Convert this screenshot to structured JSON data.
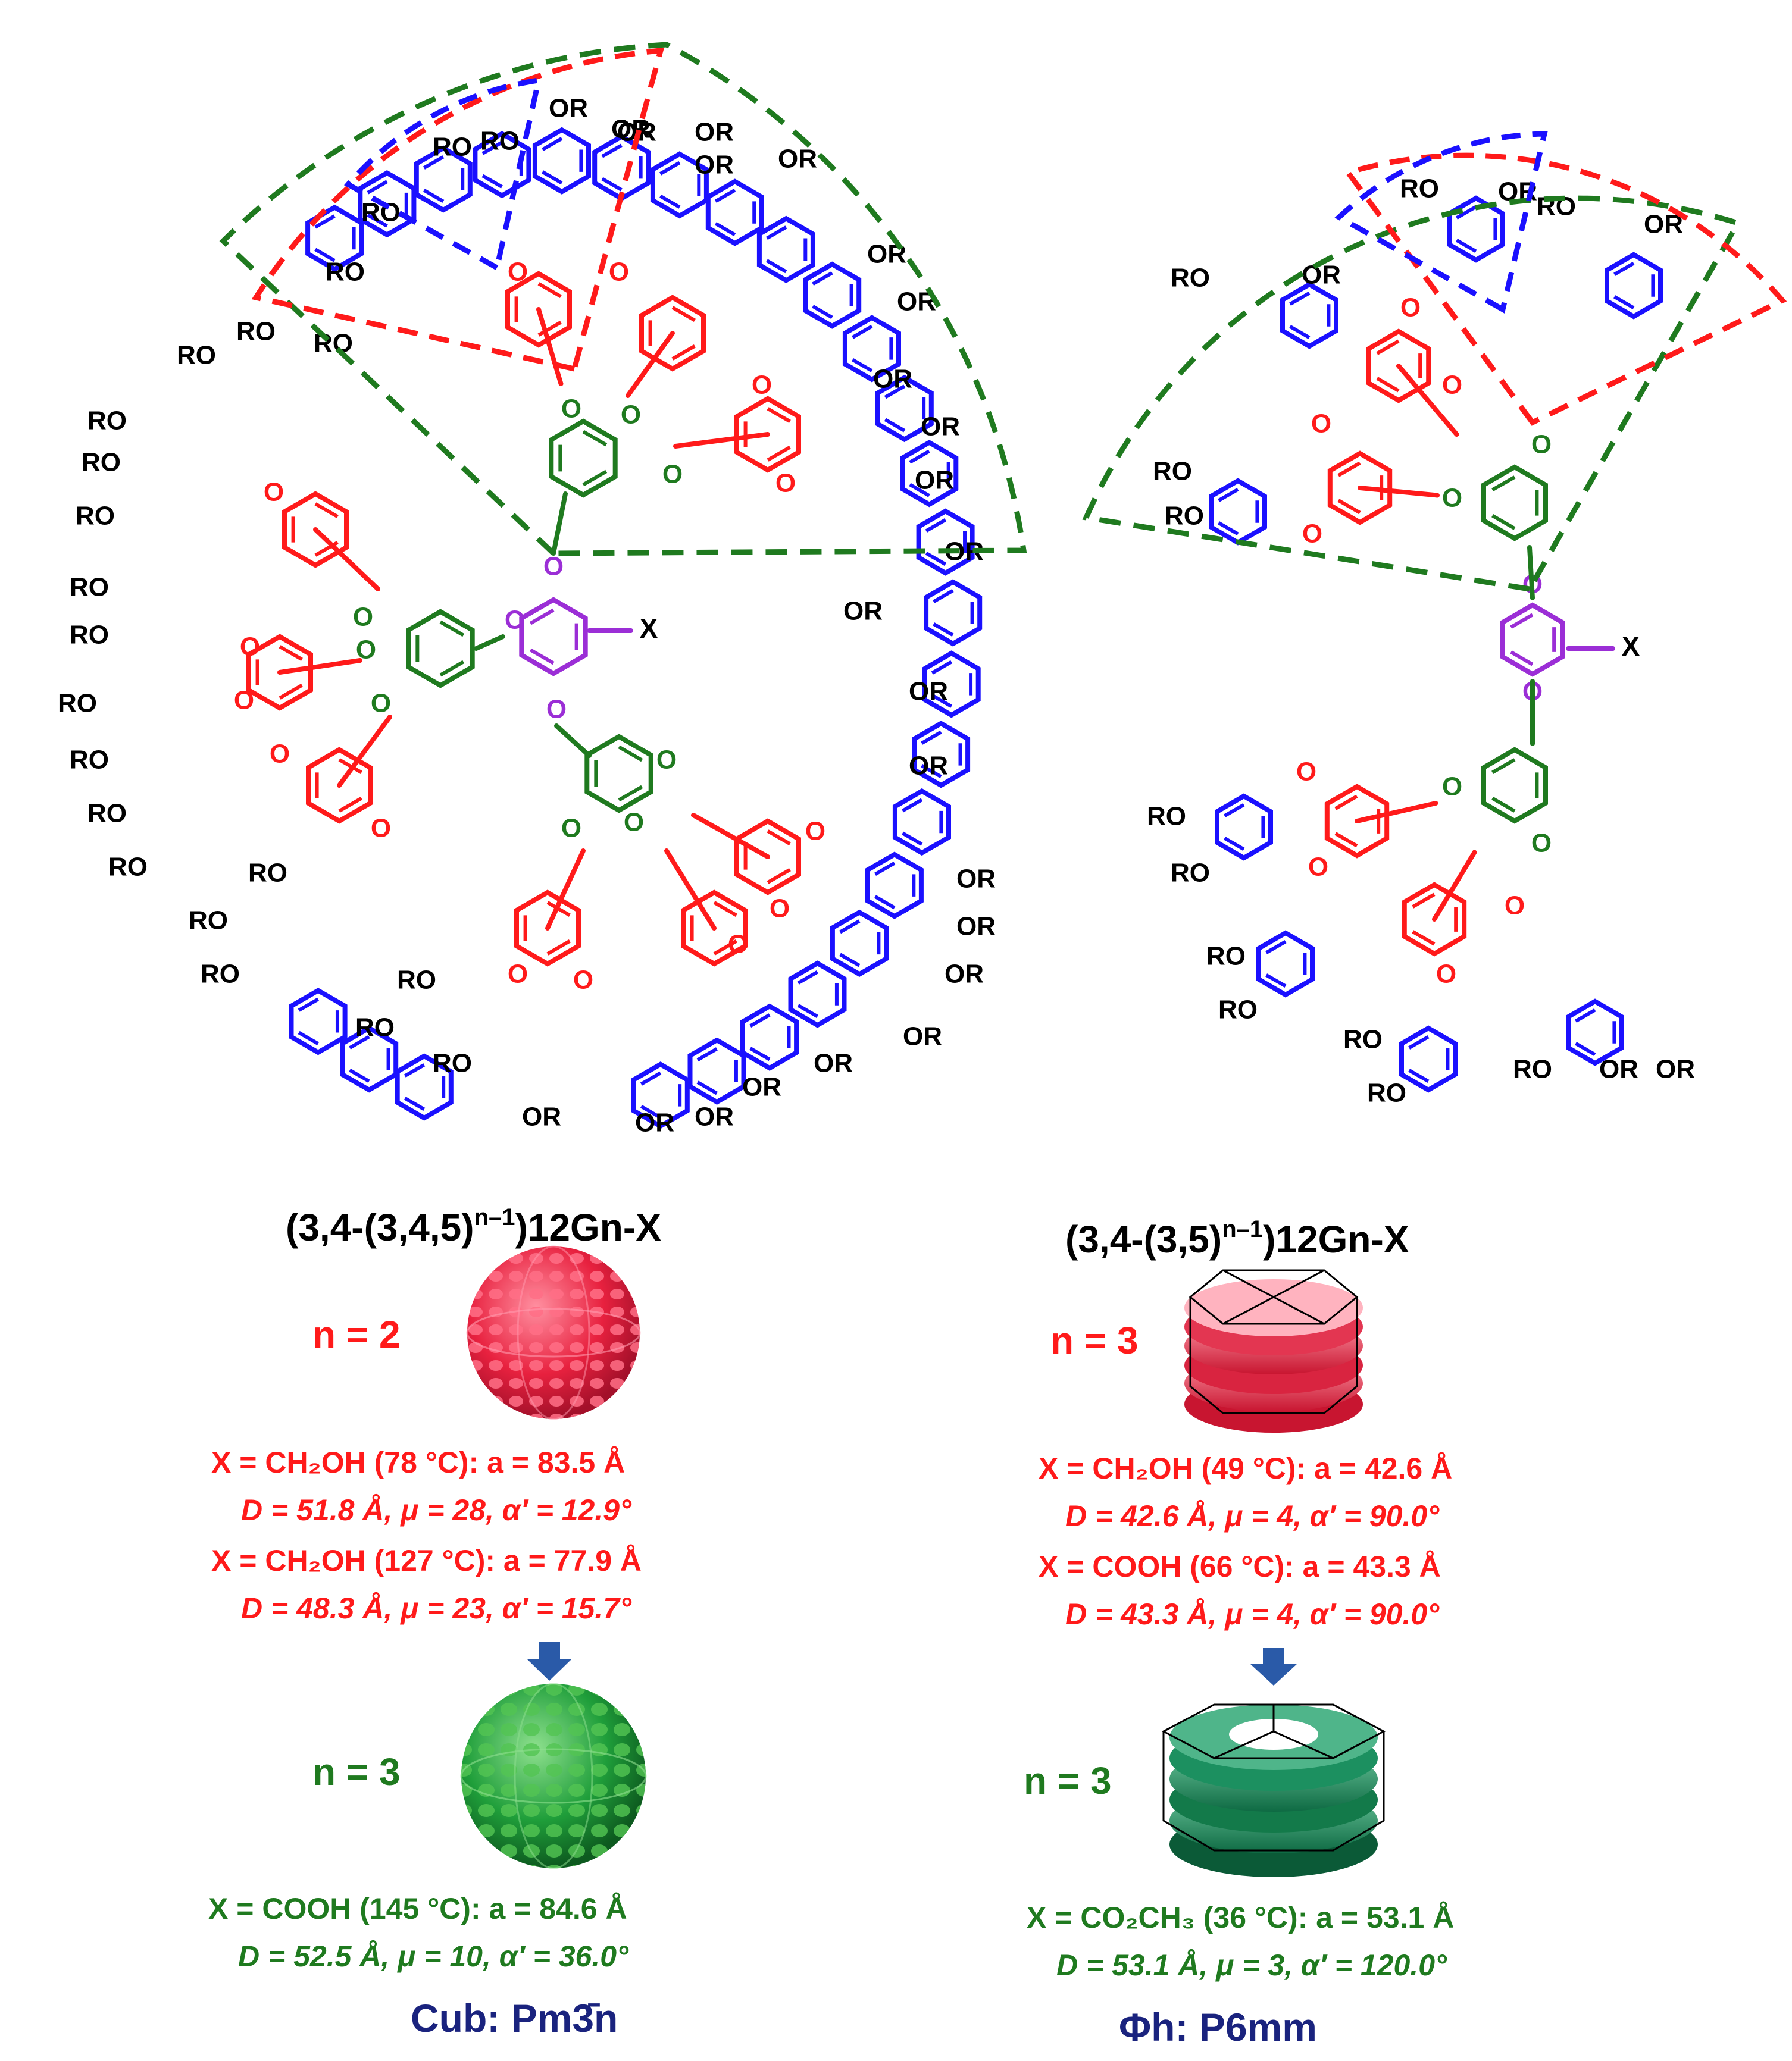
{
  "colors": {
    "periphery": "#1a10ff",
    "gen2": "#ff1a1a",
    "gen1": "#1f7a1f",
    "core": "#9b2ed6",
    "text": "#000000",
    "phase_label": "#1a237e",
    "arrow": "#2a5aa8"
  },
  "labels": {
    "ro": "RO",
    "or": "OR",
    "o": "O",
    "x": "X"
  },
  "left": {
    "title_base": "(3,4-(3,4,5)",
    "title_sup": "n–1",
    "title_tail": ")12Gn-X",
    "state1": {
      "n_label": "n = 2",
      "line1": "X = CH₂OH (78 °C): a = 83.5 Å",
      "line2": "D = 51.8 Å, μ = 28, α′ = 12.9°",
      "line3": "X = CH₂OH (127 °C): a = 77.9 Å",
      "line4": "D = 48.3 Å, μ = 23, α′ = 15.7°"
    },
    "state2": {
      "n_label": "n = 3",
      "line1": "X = COOH (145 °C): a = 84.6 Å",
      "line2": "D = 52.5 Å, μ = 10, α′ = 36.0°"
    },
    "phase": "Cub: Pm3̄n"
  },
  "right": {
    "title_base": "(3,4-(3,5)",
    "title_sup": "n–1",
    "title_tail": ")12Gn-X",
    "state1": {
      "n_label": "n = 3",
      "line1": "X = CH₂OH (49 °C): a = 42.6 Å",
      "line2": "D = 42.6 Å, μ = 4, α′ = 90.0°",
      "line3": "X = COOH (66 °C): a = 43.3 Å",
      "line4": "D = 43.3 Å, μ = 4, α′ = 90.0°"
    },
    "state2": {
      "n_label": "n = 3",
      "line1": "X = CO₂CH₃ (36 °C): a = 53.1 Å",
      "line2": "D = 53.1 Å, μ = 3, α′ = 120.0°"
    },
    "phase": "Φh: P6mm"
  }
}
